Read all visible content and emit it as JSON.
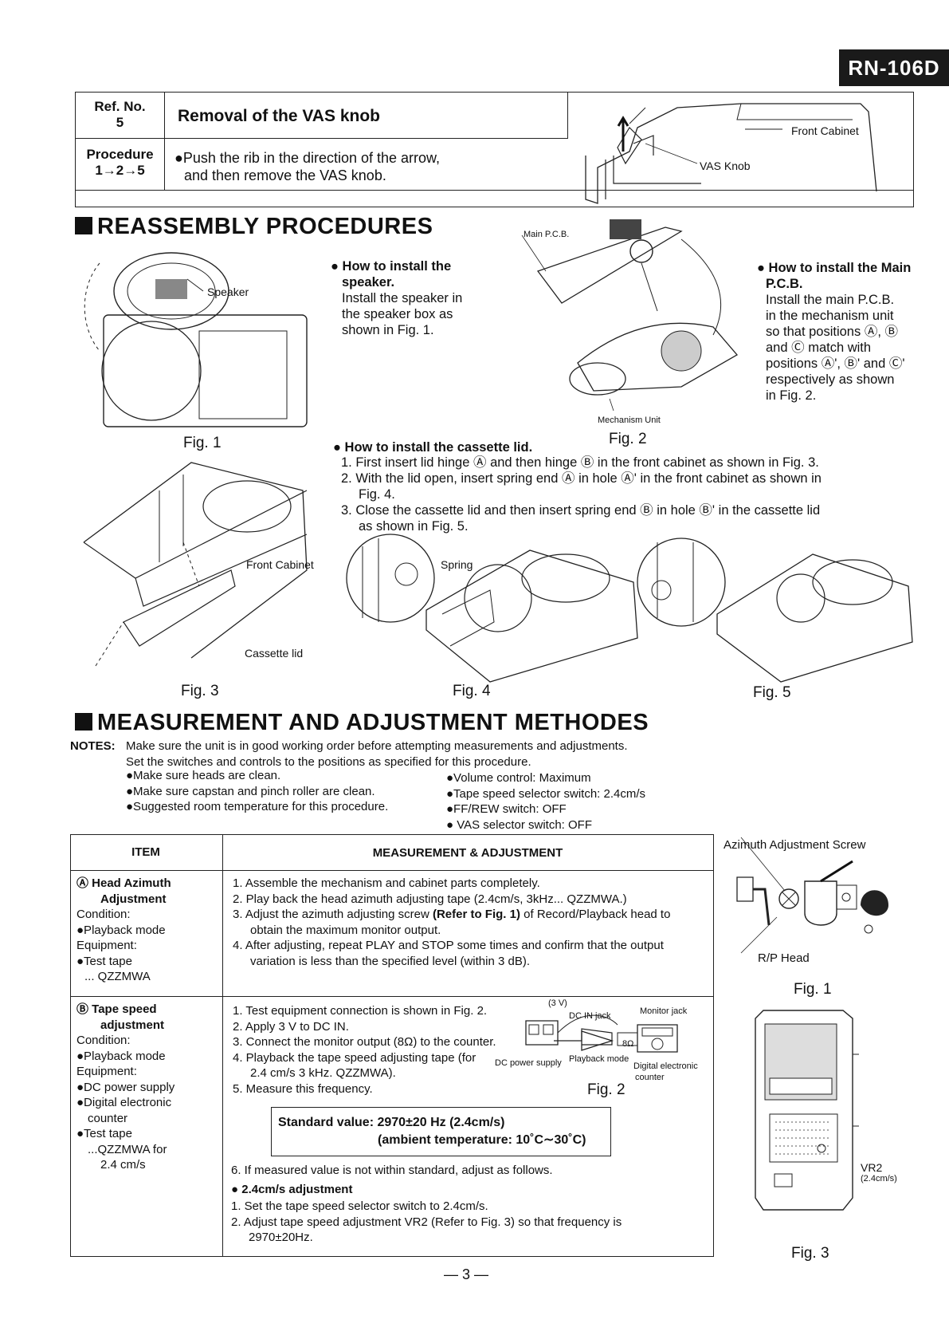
{
  "header": {
    "model": "RN-106D"
  },
  "ref_table": {
    "ref_label": "Ref. No.",
    "ref_value": "5",
    "title": "Removal of the VAS knob",
    "procedure_label": "Procedure",
    "procedure_value": "1→2→5",
    "instruction_l1": "●Push the rib in the direction of the arrow,",
    "instruction_l2": "and then remove the VAS knob.",
    "labels": {
      "front_cabinet": "Front Cabinet",
      "vas_knob": "VAS Knob"
    }
  },
  "reassembly": {
    "heading": "REASSEMBLY PROCEDURES",
    "speaker_label": "Speaker",
    "fig1": "Fig. 1",
    "speaker_head_l1": "● How to install the",
    "speaker_head_l2": "speaker.",
    "speaker_body": [
      "Install the speaker in",
      "the speaker box as",
      "shown in Fig. 1."
    ],
    "main_pcb_label": "Main P.C.B.",
    "mechanism_label": "Mechanism Unit",
    "fig2": "Fig. 2",
    "pcb_head_l1": "● How to install the Main",
    "pcb_head_l2": "P.C.B.",
    "pcb_body": [
      "Install the main P.C.B.",
      "in the mechanism unit",
      "so that positions Ⓐ, Ⓑ",
      "and Ⓒ match with",
      "positions Ⓐ', Ⓑ' and Ⓒ'",
      "respectively as shown",
      "in Fig. 2."
    ],
    "lid_head": "● How to install the cassette lid.",
    "lid_steps": [
      "1.  First insert lid hinge Ⓐ and then hinge Ⓑ in the front cabinet as shown in Fig. 3.",
      "2.  With the lid open, insert spring end Ⓐ in hole Ⓐ' in the front cabinet as shown in",
      "Fig. 4.",
      "3.  Close the cassette lid and then insert spring end Ⓑ in hole Ⓑ' in the cassette lid",
      "as shown in Fig. 5."
    ],
    "front_cabinet": "Front Cabinet",
    "cassette_lid": "Cassette lid",
    "spring": "Spring",
    "fig3": "Fig. 3",
    "fig4": "Fig. 4",
    "fig5": "Fig. 5"
  },
  "measurement": {
    "heading": "MEASUREMENT AND ADJUSTMENT METHODES",
    "notes_label": "NOTES:",
    "notes_l1": "Make sure the unit is in good working order before attempting measurements and adjustments.",
    "notes_l2": "Set the switches and controls to the positions as specified for this procedure.",
    "notes_left": [
      "●Make sure heads are clean.",
      "●Make sure capstan and pinch roller are clean.",
      "●Suggested room temperature for this procedure."
    ],
    "notes_right": [
      "●Volume control:  Maximum",
      "●Tape speed selector switch: 2.4cm/s",
      "●FF/REW switch:  OFF",
      "● VAS selector switch: OFF"
    ],
    "table_head_item": "ITEM",
    "table_head_meas": "MEASUREMENT & ADJUSTMENT",
    "row_a": {
      "title_l1": "Ⓐ  Head Azimuth",
      "title_l2": "Adjustment",
      "cond": [
        "Condition:",
        "●Playback mode",
        "Equipment:",
        "●Test tape",
        "... QZZMWA"
      ],
      "steps": [
        "1.  Assemble the mechanism and cabinet parts completely.",
        "2.  Play back the head azimuth adjusting tape (2.4cm/s, 3kHz... QZZMWA.)",
        "3.  Adjust the azimuth adjusting screw",
        "(Refer to Fig. 1)",
        "of Record/Playback head to",
        "obtain the maximum monitor output.",
        "4.  After adjusting, repeat PLAY and STOP some times and confirm that the output",
        "variation is less than the specified level (within 3 dB)."
      ]
    },
    "row_b": {
      "title_l1": "Ⓑ  Tape speed",
      "title_l2": "adjustment",
      "cond": [
        "Condition:",
        "●Playback mode",
        "Equipment:",
        "●DC power supply",
        "●Digital electronic",
        "counter",
        "●Test tape",
        "...QZZMWA for",
        "2.4 cm/s"
      ],
      "steps": [
        "1.  Test equipment connection is shown in Fig. 2.",
        "2.  Apply 3 V to DC IN.",
        "3.  Connect the monitor output (8Ω) to the counter.",
        "4.  Playback the tape speed adjusting tape (for",
        "2.4 cm/s 3 kHz. QZZMWA).",
        "5.  Measure this frequency."
      ],
      "std_l1": "Standard value: 2970±20 Hz (2.4cm/s)",
      "std_l2": "(ambient temperature: 10˚C∼30˚C)",
      "step6": "6.  If measured value is not within standard, adjust as follows.",
      "sub_head": "● 2.4cm/s adjustment",
      "sub_steps": [
        "1.  Set the tape speed selector switch to 2.4cm/s.",
        "2.  Adjust tape speed adjustment VR2 (Refer to Fig. 3) so that frequency is",
        "2970±20Hz."
      ],
      "diagram": {
        "v3": "(3 V)",
        "dcin": "DC IN jack",
        "monitor": "Monitor jack",
        "ohm": "8Ω",
        "dcps": "DC power supply",
        "playback": "Playback mode",
        "counter_l1": "Digital electronic",
        "counter_l2": "counter",
        "fig": "Fig. 2"
      }
    },
    "right": {
      "azimuth_screw": "Azimuth Adjustment Screw",
      "rp_head": "R/P Head",
      "fig1": "Fig. 1",
      "vr2": "VR2",
      "vr2_speed": "(2.4cm/s)",
      "fig3": "Fig. 3"
    }
  },
  "footer": {
    "page": "— 3 —"
  }
}
